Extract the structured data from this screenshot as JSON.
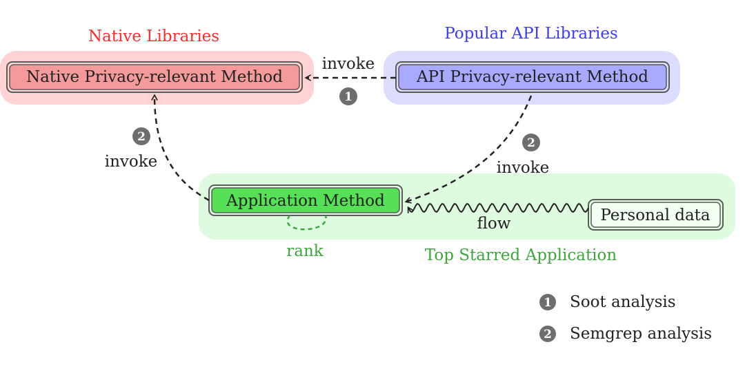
{
  "groups": {
    "native": {
      "title": "Native Libraries",
      "title_color": "#ff2a2a",
      "bg": "#ffd3d3"
    },
    "api": {
      "title": "Popular API Libraries",
      "title_color": "#3b3bff",
      "bg": "#dcdcff"
    },
    "app": {
      "title": "Top Starred Application",
      "title_color": "#3aa83a",
      "bg": "#dffbdf"
    }
  },
  "nodes": {
    "native_method": {
      "label": "Native Privacy-relevant Method",
      "fill": "#f49a9a"
    },
    "api_method": {
      "label": "API Privacy-relevant Method",
      "fill": "#a9a9ff"
    },
    "app_method": {
      "label": "Application Method",
      "fill": "#55e055"
    },
    "personal_data": {
      "label": "Personal data",
      "fill": "#f2fff2"
    }
  },
  "edges": {
    "api_to_native": {
      "label": "invoke",
      "step": "1"
    },
    "app_to_native": {
      "label": "invoke",
      "step": "2"
    },
    "app_to_api": {
      "label": "invoke",
      "step": "2"
    },
    "data_flow": {
      "label": "flow"
    },
    "self_rank": {
      "label": "rank",
      "color": "#3aa83a"
    }
  },
  "legend": [
    {
      "step": "1",
      "text": "Soot analysis"
    },
    {
      "step": "2",
      "text": "Semgrep analysis"
    }
  ],
  "badge_color": "#6e6e6e"
}
